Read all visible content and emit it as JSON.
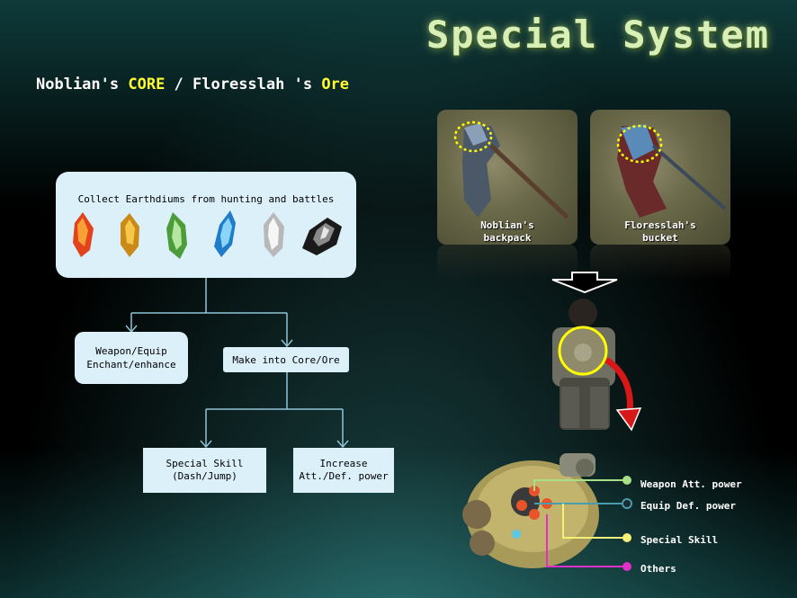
{
  "header": {
    "title": "Special System"
  },
  "subtitle": {
    "part1": "Noblian's ",
    "core": "CORE",
    "part2": " / Floresslah 's ",
    "ore": "Ore"
  },
  "flow": {
    "collect": "Collect Earthdiums from hunting and battles",
    "gems": [
      "red-crystal-icon",
      "gold-crystal-icon",
      "green-crystal-icon",
      "blue-crystal-icon",
      "white-crystal-icon",
      "black-crystal-icon"
    ],
    "weapon_line1": "Weapon/Equip",
    "weapon_line2": "Enchant/enhance",
    "make": "Make into Core/Ore",
    "skill_line1": "Special Skill",
    "skill_line2": "(Dash/Jump)",
    "increase_line1": "Increase",
    "increase_line2": "Att./Def. power"
  },
  "photos": {
    "noblian_line1": "Noblian's",
    "noblian_line2": "backpack",
    "floresslah_line1": "Floresslah's",
    "floresslah_line2": "bucket"
  },
  "legend": {
    "items": [
      {
        "label": "Weapon Att. power",
        "color": "#a8e08a"
      },
      {
        "label": "Equip Def. power",
        "color": "#4a9ab0"
      },
      {
        "label": "Special Skill",
        "color": "#f4f07a"
      },
      {
        "label": "Others",
        "color": "#e030c8"
      }
    ]
  },
  "colors": {
    "accent": "#ffff33",
    "box": "#dcf0fa",
    "connector": "#8fc4d6"
  }
}
